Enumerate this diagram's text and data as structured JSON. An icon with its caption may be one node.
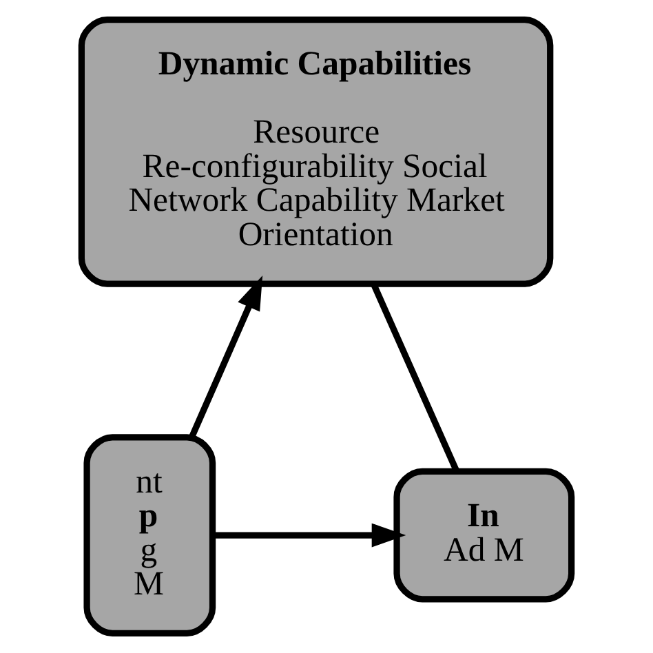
{
  "diagram": {
    "nodes": [
      {
        "text": [
          "Dynamic Capabilities",
          "Resource Re-configurability Social Network Capability Market Orientation"
        ]
      },
      {
        "text": [
          "nt",
          "p",
          "g",
          "M"
        ]
      },
      {
        "text": [
          "In",
          "Ad M"
        ]
      }
    ],
    "edges": [
      {
        "from": 1,
        "to": 0,
        "arrow": "to"
      },
      {
        "from": 0,
        "to": 2,
        "arrow": "none"
      },
      {
        "from": 1,
        "to": 2,
        "arrow": "to"
      }
    ]
  }
}
